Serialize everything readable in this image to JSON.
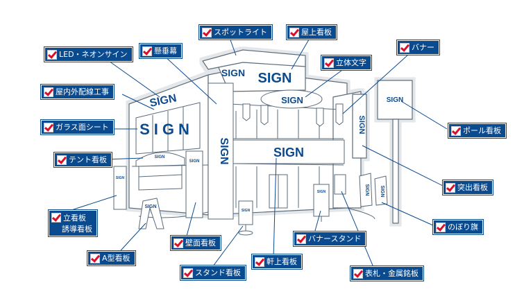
{
  "colors": {
    "label_bg": "#0a4a8f",
    "check": "#d8102a",
    "sign_text": "#0a4a8f",
    "outline": "#5a6a7a"
  },
  "sign_text": "SIGN",
  "labels": {
    "spotlight": "スポットライト",
    "rooftop": "屋上看板",
    "led_neon": "LED・ネオンサイン",
    "suspended": "懸垂幕",
    "banner": "バナー",
    "letters_3d": "立体文字",
    "wiring": "屋内外配線工事",
    "pole": "ポール看板",
    "glass": "ガラス面シート",
    "tent": "テント看板",
    "protruding": "突出看板",
    "standing_1": "立看板",
    "standing_2": "誘導看板",
    "nobori": "のぼり旗",
    "banner_stand": "バナースタンド",
    "wall": "壁面看板",
    "a_frame": "A型看板",
    "eaves": "軒上看板",
    "stand": "スタンド看板",
    "nameplate": "表札・金属銘板"
  }
}
